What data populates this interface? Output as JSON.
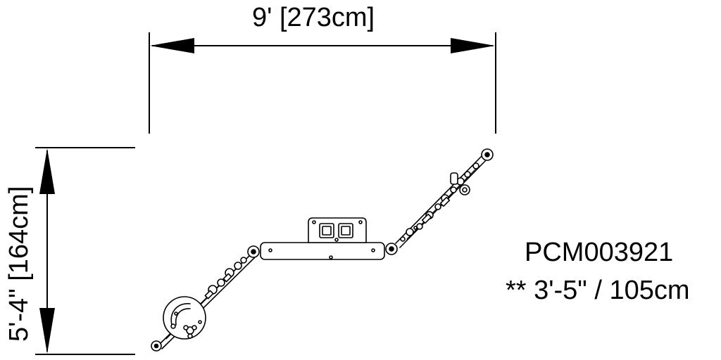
{
  "dimensions": {
    "width_label": "9' [273cm]",
    "height_label": "5'-4\" [164cm]"
  },
  "product": {
    "code": "PCM003921",
    "note": "** 3'-5\" / 105cm"
  }
}
